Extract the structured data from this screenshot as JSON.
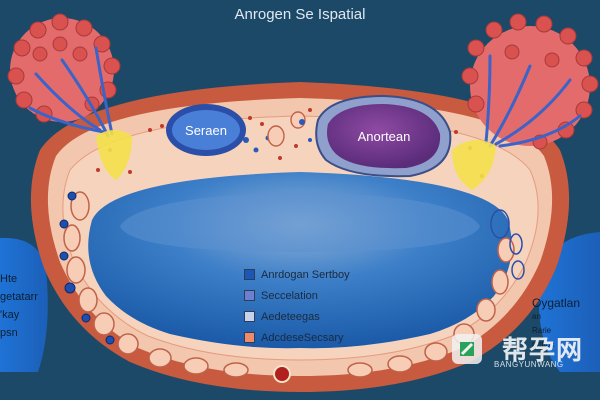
{
  "diagram": {
    "title": "Anrogen Se Ispatial",
    "left_node_label": "Seraen",
    "right_node_label": "Anortean",
    "left_side_text": [
      "Hte",
      "getatarr",
      "'kay",
      "psn"
    ],
    "right_side_text": [
      "Oygatlan",
      "an",
      "Rarie",
      "prthoc"
    ],
    "legend": [
      {
        "label": "Anrdogan Sertboy",
        "color": "#1e56b5"
      },
      {
        "label": "Seccelation",
        "color": "#6d7fd0"
      },
      {
        "label": "Aedeteegas",
        "color": "#c8d2e8"
      },
      {
        "label": "AdcdeseSecsary",
        "color": "#f08a6a"
      }
    ],
    "colors": {
      "background": "#1c4968",
      "tube_outer": "#c75a3f",
      "tube_inner": "#f2c7ad",
      "cavity": "#1f6fc0",
      "blood": "#c0392b",
      "lobe": "#e46b6b"
    }
  },
  "watermark": {
    "logo_text": "帮孕网",
    "sub_text": "BANGYUNWANG"
  }
}
